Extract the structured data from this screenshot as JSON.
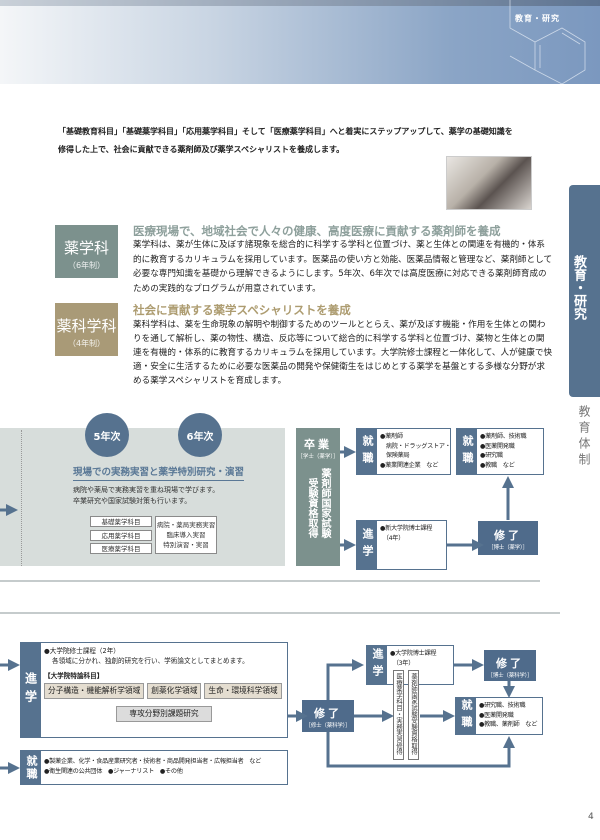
{
  "header": {
    "section": "教育・研究"
  },
  "intro": [
    "「基礎教育科目」「基礎薬学科目」「応用薬学科目」そして「医療薬学科目」へと着実にステップアップして、薬学の基礎知識を",
    "修得した上で、社会に貢献できる薬剤師及び薬学スペシャリストを養成します。"
  ],
  "side": {
    "tab": "教育・研究",
    "sub": "教育体制"
  },
  "departments": [
    {
      "name": "薬学科",
      "years": "（6年制）",
      "heading": "医療現場で、地域社会で人々の健康、高度医療に貢献する薬剤師を養成",
      "body": "薬学科は、薬が生体に及ぼす諸現象を総合的に科学する学科と位置づけ、薬と生体との関連を有機的・体系的に教育するカリキュラムを採用しています。医薬品の使い方と効能、医薬品情報と管理など、薬剤師として必要な専門知識を基礎から理解できるようにします。5年次、6年次では高度医療に対応できる薬剤師育成のための実践的なプログラムが用意されています。"
    },
    {
      "name": "薬科学科",
      "years": "（4年制）",
      "heading": "社会に貢献する薬学スペシャリストを養成",
      "body": "薬科学科は、薬を生命現象の解明や制御するためのツールととらえ、薬が及ぼす機能・作用を生体との関わりを通して解析し、薬の物性、構造、反応等について総合的に科学する学科と位置づけ、薬物と生体との関連を有機的・体系的に教育するカリキュラムを採用しています。大学院修士課程と一体化して、人が健康で快適・安全に生活するために必要な医薬品の開発や保健衛生をはじめとする薬学を基盤とする多様な分野が求める薬学スペシャリストを育成します。"
    }
  ],
  "flow1": {
    "year5": "5年次",
    "year6": "6年次",
    "title": "現場での実務実習と薬学特別研究・演習",
    "desc": [
      "病院や薬局で実務実習を重ね現場で学びます。",
      "卒業研究や国家試験対策も行います。"
    ],
    "subjects": [
      "基礎薬学科目",
      "応用薬学科目",
      "医療薬学科目"
    ],
    "practice": [
      "病院・薬局実務実習",
      "臨床導入実習",
      "特別演習・実習"
    ],
    "graduate": {
      "title": "卒業",
      "degree": "［学士（薬学）］",
      "qual1": "薬剤師国家試験",
      "qual2": "受験資格取得"
    },
    "job1": {
      "label": "就職",
      "items": [
        "●薬剤師",
        "　病院・ドラッグストア・",
        "　保険薬局",
        "●薬業関連企業　など"
      ]
    },
    "job2": {
      "label": "就職",
      "items": [
        "●薬剤師、技術職",
        "●医薬開発職",
        "●研究職",
        "●教職　など"
      ]
    },
    "adv": {
      "label": "進学",
      "items": [
        "●新大学院博士課程",
        "　（4年）"
      ]
    },
    "done": {
      "title": "修了",
      "degree": "［博士（薬学）］"
    }
  },
  "flow2": {
    "adv": {
      "label": "進学",
      "course": "●大学院修士課程（2年）",
      "desc": "各領域に分かれ、独創的研究を行い、学術論文としてまとめます。",
      "subj_head": "【大学院特論科目】",
      "fields": [
        "分子構造・機能解析学領域",
        "創薬化学領域",
        "生命・環境科学領域"
      ],
      "research": "専攻分野別課題研究"
    },
    "job": {
      "label": "就職",
      "line1": "●製薬企業、化学・食品産業研究者・技術者・商品開発担当者・広報担当者　など",
      "line2": "●衛生関連の公共団体　●ジャーナリスト　●その他"
    },
    "master": {
      "title": "修了",
      "degree": "［修士（薬科学）］"
    },
    "doctor_adv": {
      "label": "進学",
      "items": [
        "●大学院博士課程",
        "　（3年）"
      ]
    },
    "strip1": "医療薬学科目・実務実習修得",
    "strip2": "薬剤師国家試験受験資格取得",
    "doctor": {
      "title": "修了",
      "degree": "［博士（薬科学）］"
    },
    "job2": {
      "label": "就職",
      "items": [
        "●研究職、技術職",
        "●医薬開発職",
        "●教職、薬剤師　など"
      ]
    }
  },
  "page_number": "4"
}
